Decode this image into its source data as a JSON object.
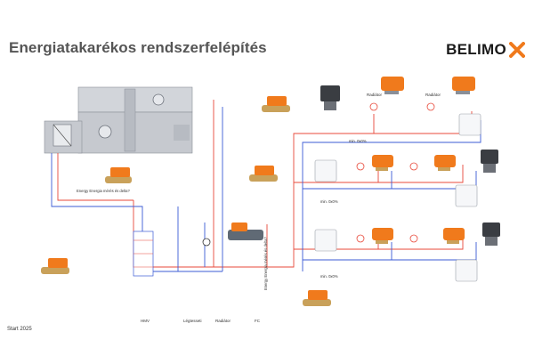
{
  "slide": {
    "title": "Energiatakarékos rendszerfelépítés",
    "brand": "BELIMO",
    "footer": "Start 2025"
  },
  "labels": {
    "radiator_1": "Radiátor",
    "radiator_2": "Radiátor",
    "min_flow_1": "min. 0x0%",
    "min_flow_2": "min. 0x0%",
    "min_flow_3": "min. 0x0%",
    "energy_note_left": "Energy\nEnergia mérés és delta?",
    "energy_note_right": "Energy\nEnergia mérés és delta?",
    "bottom_hmv": "HMV",
    "bottom_legtechnika": "Légtesseti",
    "bottom_radiator": "Radiátor",
    "bottom_fc": "FC"
  },
  "colors": {
    "supply": "#e8493a",
    "return": "#3b5bd6",
    "actuator": "#f07a1c",
    "valve_body": "#c9a15a",
    "ahu": "#c9ccd2"
  }
}
